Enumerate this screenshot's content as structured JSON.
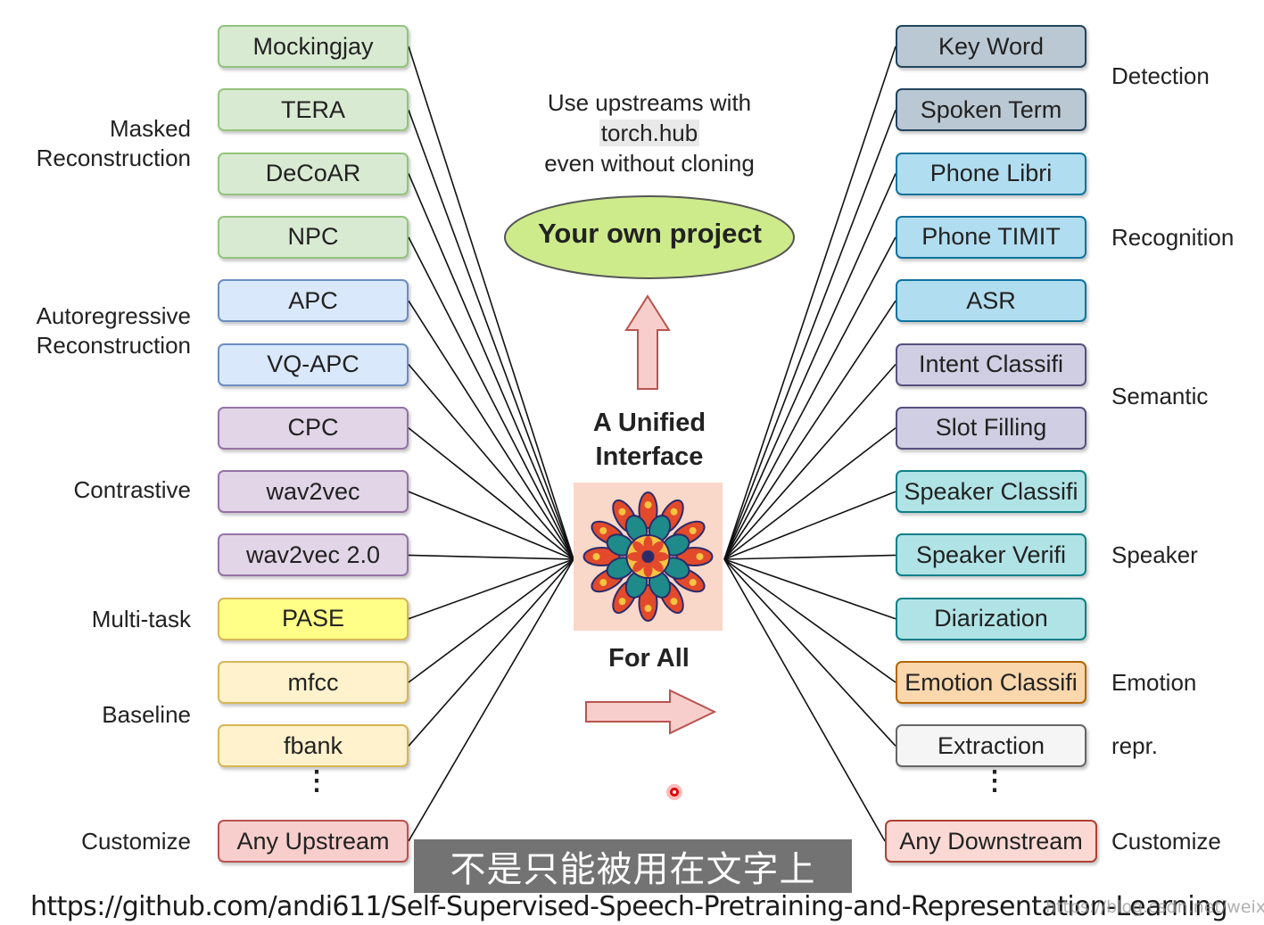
{
  "upstream": {
    "models": [
      {
        "label": "Mockingjay",
        "fill": "#d9ead3",
        "stroke": "#93c47d"
      },
      {
        "label": "TERA",
        "fill": "#d9ead3",
        "stroke": "#93c47d"
      },
      {
        "label": "DeCoAR",
        "fill": "#d9ead3",
        "stroke": "#93c47d"
      },
      {
        "label": "NPC",
        "fill": "#d9ead3",
        "stroke": "#93c47d"
      },
      {
        "label": "APC",
        "fill": "#dae8fc",
        "stroke": "#6c8ebf"
      },
      {
        "label": "VQ-APC",
        "fill": "#dae8fc",
        "stroke": "#6c8ebf"
      },
      {
        "label": "CPC",
        "fill": "#e1d5e7",
        "stroke": "#9673a6"
      },
      {
        "label": "wav2vec",
        "fill": "#e1d5e7",
        "stroke": "#9673a6"
      },
      {
        "label": "wav2vec 2.0",
        "fill": "#e1d5e7",
        "stroke": "#9673a6"
      },
      {
        "label": "PASE",
        "fill": "#ffff88",
        "stroke": "#d6b656"
      },
      {
        "label": "mfcc",
        "fill": "#fff2cc",
        "stroke": "#d6b656"
      },
      {
        "label": "fbank",
        "fill": "#fff2cc",
        "stroke": "#d6b656"
      },
      {
        "label": "Any Upstream",
        "fill": "#f8cecc",
        "stroke": "#b85450"
      }
    ],
    "categories": [
      {
        "label": "Masked\nReconstruction"
      },
      {
        "label": "Autoregressive\nReconstruction"
      },
      {
        "label": "Contrastive"
      },
      {
        "label": "Multi-task"
      },
      {
        "label": "Baseline"
      },
      {
        "label": "Customize"
      }
    ],
    "ellipsis": "⋮"
  },
  "downstream": {
    "tasks": [
      {
        "label": "Key Word",
        "fill": "#bac8d3",
        "stroke": "#23445d"
      },
      {
        "label": "Spoken Term",
        "fill": "#bac8d3",
        "stroke": "#23445d"
      },
      {
        "label": "Phone Libri",
        "fill": "#b1ddf0",
        "stroke": "#10739e"
      },
      {
        "label": "Phone TIMIT",
        "fill": "#b1ddf0",
        "stroke": "#10739e"
      },
      {
        "label": "ASR",
        "fill": "#b1ddf0",
        "stroke": "#10739e"
      },
      {
        "label": "Intent Classifi",
        "fill": "#d0cee2",
        "stroke": "#56517e"
      },
      {
        "label": "Slot Filling",
        "fill": "#d0cee2",
        "stroke": "#56517e"
      },
      {
        "label": "Speaker Classifi",
        "fill": "#b0e3e6",
        "stroke": "#0e8088"
      },
      {
        "label": "Speaker Verifi",
        "fill": "#b0e3e6",
        "stroke": "#0e8088"
      },
      {
        "label": "Diarization",
        "fill": "#b0e3e6",
        "stroke": "#0e8088"
      },
      {
        "label": "Emotion Classifi",
        "fill": "#fad7ac",
        "stroke": "#b46504"
      },
      {
        "label": "Extraction",
        "fill": "#f5f5f5",
        "stroke": "#666666"
      },
      {
        "label": "Any Downstream",
        "fill": "#fad9d5",
        "stroke": "#ae4132"
      }
    ],
    "categories": [
      {
        "label": "Detection"
      },
      {
        "label": "Recognition"
      },
      {
        "label": "Semantic"
      },
      {
        "label": "Speaker"
      },
      {
        "label": "Emotion"
      },
      {
        "label": "repr."
      },
      {
        "label": "Customize"
      }
    ],
    "ellipsis": "⋮"
  },
  "center": {
    "hub_note_line1": "Use upstreams with",
    "hub_note_code": "torch.hub",
    "hub_note_line3": "even without cloning",
    "project_label": "Your own project",
    "project_fill": "#cdeb8b",
    "unified_title": "A Unified\nInterface",
    "for_all": "For All",
    "arrow_fill": "#f8cecc",
    "arrow_stroke": "#b85450",
    "tile_bg": "#f9d7c9",
    "mandala_icon": "mandala-icon"
  },
  "subtitle": "不是只能被用在文字上",
  "source_url": "https://github.com/andi611/Self-Supervised-Speech-Pretraining-and-Representation-Learning",
  "watermark": "https://blog.csdn.net/weixin_..."
}
